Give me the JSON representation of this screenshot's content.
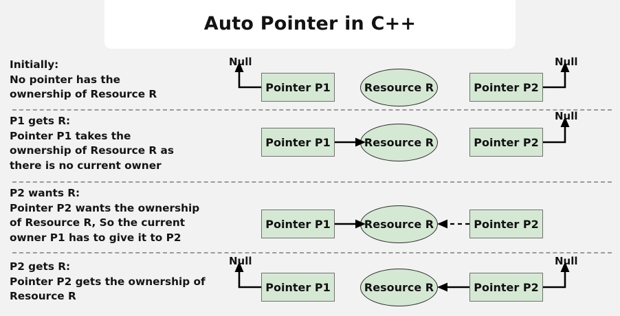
{
  "title": "Auto Pointer in C++",
  "colors": {
    "background": "#f2f2f2",
    "card": "#ffffff",
    "node_fill": "#d5e8d4",
    "box_border": "#82b366",
    "ellipse_border": "#2b2b2b",
    "arrow": "#000000",
    "divider": "#9a9a9a",
    "text": "#131313"
  },
  "labels": {
    "null": "Null",
    "pointer_p1": "Pointer P1",
    "pointer_p2": "Pointer P2",
    "resource_r": "Resource R"
  },
  "rows": [
    {
      "heading": "Initially:",
      "line2": "No pointer has the",
      "line3": "ownership of Resource R",
      "line4": "",
      "p1_label": "Pointer P1",
      "p2_label": "Pointer P2",
      "resource_label": "Resource R",
      "null_left": "Null",
      "null_right": "Null",
      "p1_target": "null",
      "p2_target": "null",
      "p2_link_style": "none"
    },
    {
      "heading": "P1 gets R:",
      "line2": "Pointer P1 takes the",
      "line3": "ownership of Resource R as",
      "line4": "there is no current owner",
      "p1_label": "Pointer P1",
      "p2_label": "Pointer P2",
      "resource_label": "Resource R",
      "null_left": "",
      "null_right": "Null",
      "p1_target": "resource",
      "p2_target": "null",
      "p2_link_style": "none"
    },
    {
      "heading": "P2 wants R:",
      "line2": "Pointer P2 wants the ownership",
      "line3": "of Resource R, So the current",
      "line4": "owner P1 has to give it to P2",
      "p1_label": "Pointer P1",
      "p2_label": "Pointer P2",
      "resource_label": "Resource R",
      "null_left": "",
      "null_right": "",
      "p1_target": "resource",
      "p2_target": "resource",
      "p2_link_style": "dashed"
    },
    {
      "heading": "P2 gets R:",
      "line2": "Pointer P2 gets the ownership of",
      "line3": "Resource R",
      "line4": "",
      "p1_label": "Pointer P1",
      "p2_label": "Pointer P2",
      "resource_label": "Resource R",
      "null_left": "Null",
      "null_right": "Null",
      "p1_target": "null",
      "p2_target": "resource",
      "p2_link_style": "solid"
    }
  ]
}
